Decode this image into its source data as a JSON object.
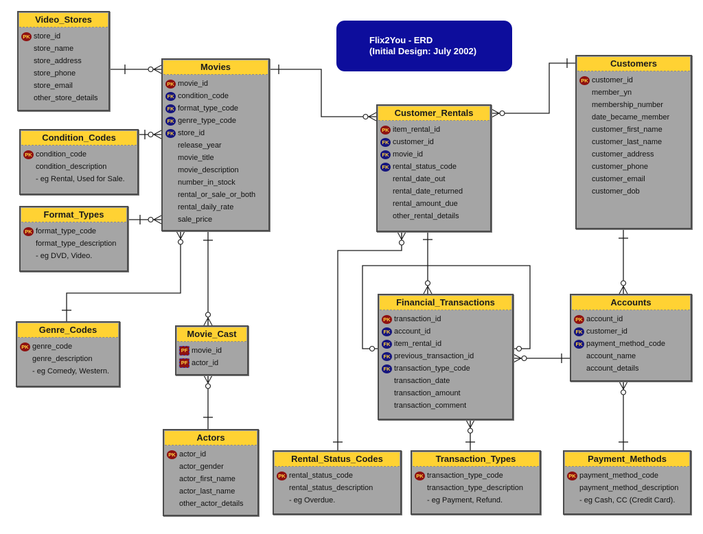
{
  "title_box": {
    "line1": "Flix2You - ERD",
    "line2": "(Initial Design: July 2002)"
  },
  "colors": {
    "entity_header_bg": "#FFD233",
    "entity_header_text": "#1B1B1B",
    "entity_body_bg": "#A5A5A5",
    "entity_border": "#4C4C4C",
    "field_text": "#111111",
    "pk_icon_bg": "#8E1111",
    "fk_icon_bg": "#15157E",
    "pf_icon_bg": "#8E1111",
    "key_icon_text": "#FFCF40",
    "title_box_bg": "#0D0D9C",
    "title_box_text": "#FFFFFF",
    "line_color": "#1A1A1A",
    "page_bg": "#FFFFFF"
  },
  "entities": [
    {
      "name": "Video_Stores",
      "fields": [
        {
          "key": "PK",
          "label": "store_id"
        },
        {
          "key": "",
          "label": "store_name"
        },
        {
          "key": "",
          "label": "store_address"
        },
        {
          "key": "",
          "label": "store_phone"
        },
        {
          "key": "",
          "label": "store_email"
        },
        {
          "key": "",
          "label": "other_store_details"
        }
      ]
    },
    {
      "name": "Condition_Codes",
      "fields": [
        {
          "key": "PK",
          "label": "condition_code"
        },
        {
          "key": "",
          "label": "condition_description"
        },
        {
          "key": "",
          "label": "- eg Rental, Used for Sale."
        }
      ]
    },
    {
      "name": "Format_Types",
      "fields": [
        {
          "key": "PK",
          "label": "format_type_code"
        },
        {
          "key": "",
          "label": "format_type_description"
        },
        {
          "key": "",
          "label": "- eg DVD, Video."
        }
      ]
    },
    {
      "name": "Genre_Codes",
      "fields": [
        {
          "key": "PK",
          "label": "genre_code"
        },
        {
          "key": "",
          "label": "genre_description"
        },
        {
          "key": "",
          "label": "- eg Comedy, Western."
        }
      ]
    },
    {
      "name": "Movies",
      "fields": [
        {
          "key": "PK",
          "label": "movie_id"
        },
        {
          "key": "FK",
          "label": "condition_code"
        },
        {
          "key": "FK",
          "label": "format_type_code"
        },
        {
          "key": "FK",
          "label": "genre_type_code"
        },
        {
          "key": "FK",
          "label": "store_id"
        },
        {
          "key": "",
          "label": "release_year"
        },
        {
          "key": "",
          "label": "movie_title"
        },
        {
          "key": "",
          "label": "movie_description"
        },
        {
          "key": "",
          "label": "number_in_stock"
        },
        {
          "key": "",
          "label": "rental_or_sale_or_both"
        },
        {
          "key": "",
          "label": "rental_daily_rate"
        },
        {
          "key": "",
          "label": "sale_price"
        }
      ]
    },
    {
      "name": "Movie_Cast",
      "fields": [
        {
          "key": "PF",
          "label": "movie_id"
        },
        {
          "key": "PF",
          "label": "actor_id"
        }
      ]
    },
    {
      "name": "Actors",
      "fields": [
        {
          "key": "PK",
          "label": "actor_id"
        },
        {
          "key": "",
          "label": "actor_gender"
        },
        {
          "key": "",
          "label": "actor_first_name"
        },
        {
          "key": "",
          "label": "actor_last_name"
        },
        {
          "key": "",
          "label": "other_actor_details"
        }
      ]
    },
    {
      "name": "Customer_Rentals",
      "fields": [
        {
          "key": "PK",
          "label": "item_rental_id"
        },
        {
          "key": "FK",
          "label": "customer_id"
        },
        {
          "key": "FK",
          "label": "movie_id"
        },
        {
          "key": "FK",
          "label": "rental_status_code"
        },
        {
          "key": "",
          "label": "rental_date_out"
        },
        {
          "key": "",
          "label": "rental_date_returned"
        },
        {
          "key": "",
          "label": "rental_amount_due"
        },
        {
          "key": "",
          "label": "other_rental_details"
        }
      ]
    },
    {
      "name": "Financial_Transactions",
      "fields": [
        {
          "key": "PK",
          "label": "transaction_id"
        },
        {
          "key": "FK",
          "label": "account_id"
        },
        {
          "key": "FK",
          "label": "item_rental_id"
        },
        {
          "key": "FK",
          "label": "previous_transaction_id"
        },
        {
          "key": "FK",
          "label": "transaction_type_code"
        },
        {
          "key": "",
          "label": "transaction_date"
        },
        {
          "key": "",
          "label": "transaction_amount"
        },
        {
          "key": "",
          "label": "transaction_comment"
        }
      ]
    },
    {
      "name": "Rental_Status_Codes",
      "fields": [
        {
          "key": "PK",
          "label": "rental_status_code"
        },
        {
          "key": "",
          "label": "rental_status_description"
        },
        {
          "key": "",
          "label": "- eg Overdue."
        }
      ]
    },
    {
      "name": "Transaction_Types",
      "fields": [
        {
          "key": "PK",
          "label": "transaction_type_code"
        },
        {
          "key": "",
          "label": "transaction_type_description"
        },
        {
          "key": "",
          "label": "- eg Payment, Refund."
        }
      ]
    },
    {
      "name": "Customers",
      "fields": [
        {
          "key": "PK",
          "label": "customer_id"
        },
        {
          "key": "",
          "label": "member_yn"
        },
        {
          "key": "",
          "label": "membership_number"
        },
        {
          "key": "",
          "label": "date_became_member"
        },
        {
          "key": "",
          "label": "customer_first_name"
        },
        {
          "key": "",
          "label": "customer_last_name"
        },
        {
          "key": "",
          "label": "customer_address"
        },
        {
          "key": "",
          "label": "customer_phone"
        },
        {
          "key": "",
          "label": "customer_email"
        },
        {
          "key": "",
          "label": "customer_dob"
        }
      ]
    },
    {
      "name": "Accounts",
      "fields": [
        {
          "key": "PK",
          "label": "account_id"
        },
        {
          "key": "FK",
          "label": "customer_id"
        },
        {
          "key": "FK",
          "label": "payment_method_code"
        },
        {
          "key": "",
          "label": "account_name"
        },
        {
          "key": "",
          "label": "account_details"
        }
      ]
    },
    {
      "name": "Payment_Methods",
      "fields": [
        {
          "key": "PK",
          "label": "payment_method_code"
        },
        {
          "key": "",
          "label": "payment_method_description"
        },
        {
          "key": "",
          "label": "- eg Cash, CC (Credit Card)."
        }
      ]
    }
  ],
  "relationships": [
    {
      "from": "Video_Stores",
      "to": "Movies",
      "cardinality": "one-to-zero-or-many"
    },
    {
      "from": "Condition_Codes",
      "to": "Movies",
      "cardinality": "one-to-zero-or-many"
    },
    {
      "from": "Format_Types",
      "to": "Movies",
      "cardinality": "one-to-zero-or-many"
    },
    {
      "from": "Genre_Codes",
      "to": "Movies",
      "cardinality": "one-to-zero-or-many"
    },
    {
      "from": "Movies",
      "to": "Movie_Cast",
      "cardinality": "one-to-zero-or-many"
    },
    {
      "from": "Actors",
      "to": "Movie_Cast",
      "cardinality": "one-to-zero-or-many"
    },
    {
      "from": "Movies",
      "to": "Customer_Rentals",
      "cardinality": "one-to-zero-or-many"
    },
    {
      "from": "Customers",
      "to": "Customer_Rentals",
      "cardinality": "one-to-zero-or-many"
    },
    {
      "from": "Customers",
      "to": "Accounts",
      "cardinality": "one-to-zero-or-many"
    },
    {
      "from": "Payment_Methods",
      "to": "Accounts",
      "cardinality": "one-to-zero-or-many"
    },
    {
      "from": "Rental_Status_Codes",
      "to": "Customer_Rentals",
      "cardinality": "one-to-zero-or-many"
    },
    {
      "from": "Customer_Rentals",
      "to": "Financial_Transactions",
      "cardinality": "one-to-zero-or-many"
    },
    {
      "from": "Accounts",
      "to": "Financial_Transactions",
      "cardinality": "one-to-zero-or-many"
    },
    {
      "from": "Financial_Transactions",
      "to": "Financial_Transactions",
      "cardinality": "zero-or-one-self-reference"
    },
    {
      "from": "Transaction_Types",
      "to": "Financial_Transactions",
      "cardinality": "one-to-zero-or-many"
    }
  ]
}
